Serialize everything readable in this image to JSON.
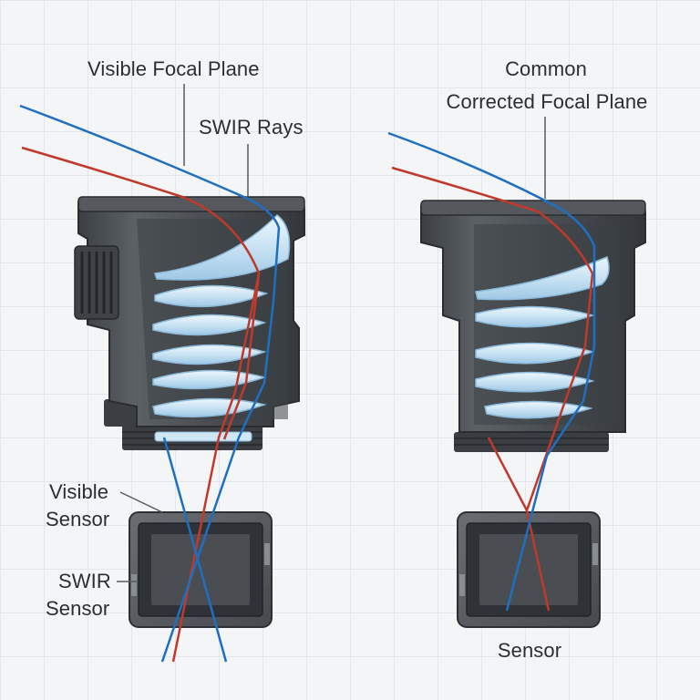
{
  "labels": {
    "visible_focal_plane": "Visible Focal Plane",
    "swir_rays": "SWIR Rays",
    "common": "Common",
    "corrected_focal_plane": "Corrected Focal Plane",
    "visible_sensor_line1": "Visible",
    "visible_sensor_line2": "Sensor",
    "swir_sensor_line1": "SWIR",
    "swir_sensor_line2": "Sensor",
    "sensor": "Sensor"
  },
  "colors": {
    "visible_ray": "#c0392b",
    "swir_ray": "#1f6fc0",
    "lens_body": "#4a4e53",
    "lens_body_dark": "#34383c",
    "glass": "#cfe6f5",
    "sensor_frame": "#5a5e63",
    "sensor_chip": "#3a3e43",
    "leader_line": "#555a60"
  },
  "icons": [
    "lens-barrel-icon",
    "image-sensor-icon"
  ]
}
